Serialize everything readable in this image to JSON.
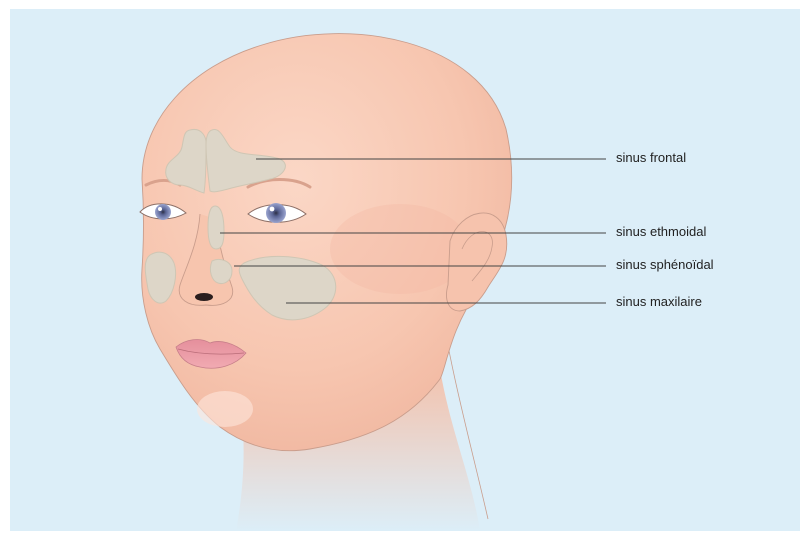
{
  "figure": {
    "background": "#dceef8",
    "skin_color": "#f7c9b4",
    "sinus_color": "#ddd6c8",
    "lip_color": "#e89aa4",
    "iris_color": "#7f8ab8"
  },
  "labels": {
    "frontal": "sinus frontal",
    "ethmoidal": "sinus ethmoidal",
    "sphenoidal": "sinus sphénoïdal",
    "maxillary": "sinus maxilaire"
  }
}
